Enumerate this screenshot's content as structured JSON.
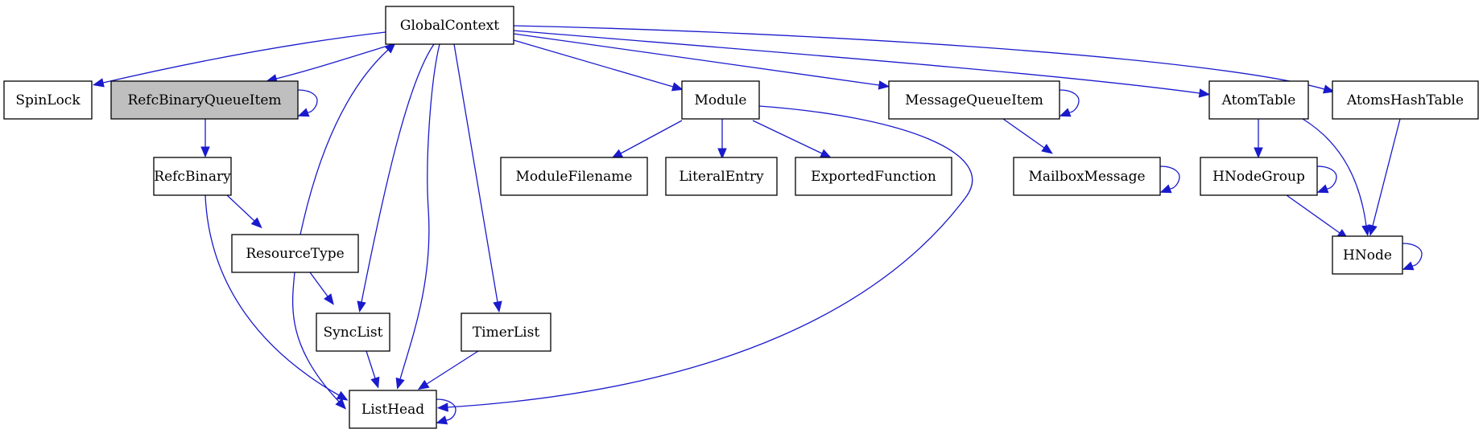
{
  "diagram": {
    "nodes": [
      {
        "id": "GlobalContext",
        "label": "GlobalContext",
        "highlight": false
      },
      {
        "id": "SpinLock",
        "label": "SpinLock",
        "highlight": false
      },
      {
        "id": "RefcBinaryQueueItem",
        "label": "RefcBinaryQueueItem",
        "highlight": true
      },
      {
        "id": "RefcBinary",
        "label": "RefcBinary",
        "highlight": false
      },
      {
        "id": "ResourceType",
        "label": "ResourceType",
        "highlight": false
      },
      {
        "id": "SyncList",
        "label": "SyncList",
        "highlight": false
      },
      {
        "id": "ListHead",
        "label": "ListHead",
        "highlight": false
      },
      {
        "id": "TimerList",
        "label": "TimerList",
        "highlight": false
      },
      {
        "id": "Module",
        "label": "Module",
        "highlight": false
      },
      {
        "id": "ModuleFilename",
        "label": "ModuleFilename",
        "highlight": false
      },
      {
        "id": "LiteralEntry",
        "label": "LiteralEntry",
        "highlight": false
      },
      {
        "id": "ExportedFunction",
        "label": "ExportedFunction",
        "highlight": false
      },
      {
        "id": "MessageQueueItem",
        "label": "MessageQueueItem",
        "highlight": false
      },
      {
        "id": "MailboxMessage",
        "label": "MailboxMessage",
        "highlight": false
      },
      {
        "id": "AtomTable",
        "label": "AtomTable",
        "highlight": false
      },
      {
        "id": "HNodeGroup",
        "label": "HNodeGroup",
        "highlight": false
      },
      {
        "id": "AtomsHashTable",
        "label": "AtomsHashTable",
        "highlight": false
      },
      {
        "id": "HNode",
        "label": "HNode",
        "highlight": false
      }
    ],
    "edges": [
      {
        "from": "GlobalContext",
        "to": "SpinLock"
      },
      {
        "from": "GlobalContext",
        "to": "RefcBinaryQueueItem"
      },
      {
        "from": "RefcBinaryQueueItem",
        "to": "RefcBinaryQueueItem"
      },
      {
        "from": "RefcBinaryQueueItem",
        "to": "RefcBinary"
      },
      {
        "from": "RefcBinary",
        "to": "ResourceType"
      },
      {
        "from": "RefcBinary",
        "to": "ListHead"
      },
      {
        "from": "ResourceType",
        "to": "GlobalContext"
      },
      {
        "from": "ResourceType",
        "to": "SyncList"
      },
      {
        "from": "ResourceType",
        "to": "ListHead"
      },
      {
        "from": "GlobalContext",
        "to": "SyncList"
      },
      {
        "from": "GlobalContext",
        "to": "ListHead"
      },
      {
        "from": "GlobalContext",
        "to": "TimerList"
      },
      {
        "from": "SyncList",
        "to": "ListHead"
      },
      {
        "from": "TimerList",
        "to": "ListHead"
      },
      {
        "from": "ListHead",
        "to": "ListHead"
      },
      {
        "from": "GlobalContext",
        "to": "Module"
      },
      {
        "from": "Module",
        "to": "ModuleFilename"
      },
      {
        "from": "Module",
        "to": "LiteralEntry"
      },
      {
        "from": "Module",
        "to": "ExportedFunction"
      },
      {
        "from": "Module",
        "to": "ListHead"
      },
      {
        "from": "GlobalContext",
        "to": "MessageQueueItem"
      },
      {
        "from": "MessageQueueItem",
        "to": "MessageQueueItem"
      },
      {
        "from": "MessageQueueItem",
        "to": "MailboxMessage"
      },
      {
        "from": "MailboxMessage",
        "to": "MailboxMessage"
      },
      {
        "from": "GlobalContext",
        "to": "AtomTable"
      },
      {
        "from": "GlobalContext",
        "to": "AtomsHashTable"
      },
      {
        "from": "AtomTable",
        "to": "HNodeGroup"
      },
      {
        "from": "AtomTable",
        "to": "HNode"
      },
      {
        "from": "HNodeGroup",
        "to": "HNodeGroup"
      },
      {
        "from": "HNodeGroup",
        "to": "HNode"
      },
      {
        "from": "AtomsHashTable",
        "to": "HNode"
      },
      {
        "from": "HNode",
        "to": "HNode"
      }
    ],
    "colors": {
      "edge": "#1a1acd",
      "node_border": "#000000",
      "node_fill": "#ffffff",
      "highlight_fill": "#bfbfbf"
    }
  }
}
